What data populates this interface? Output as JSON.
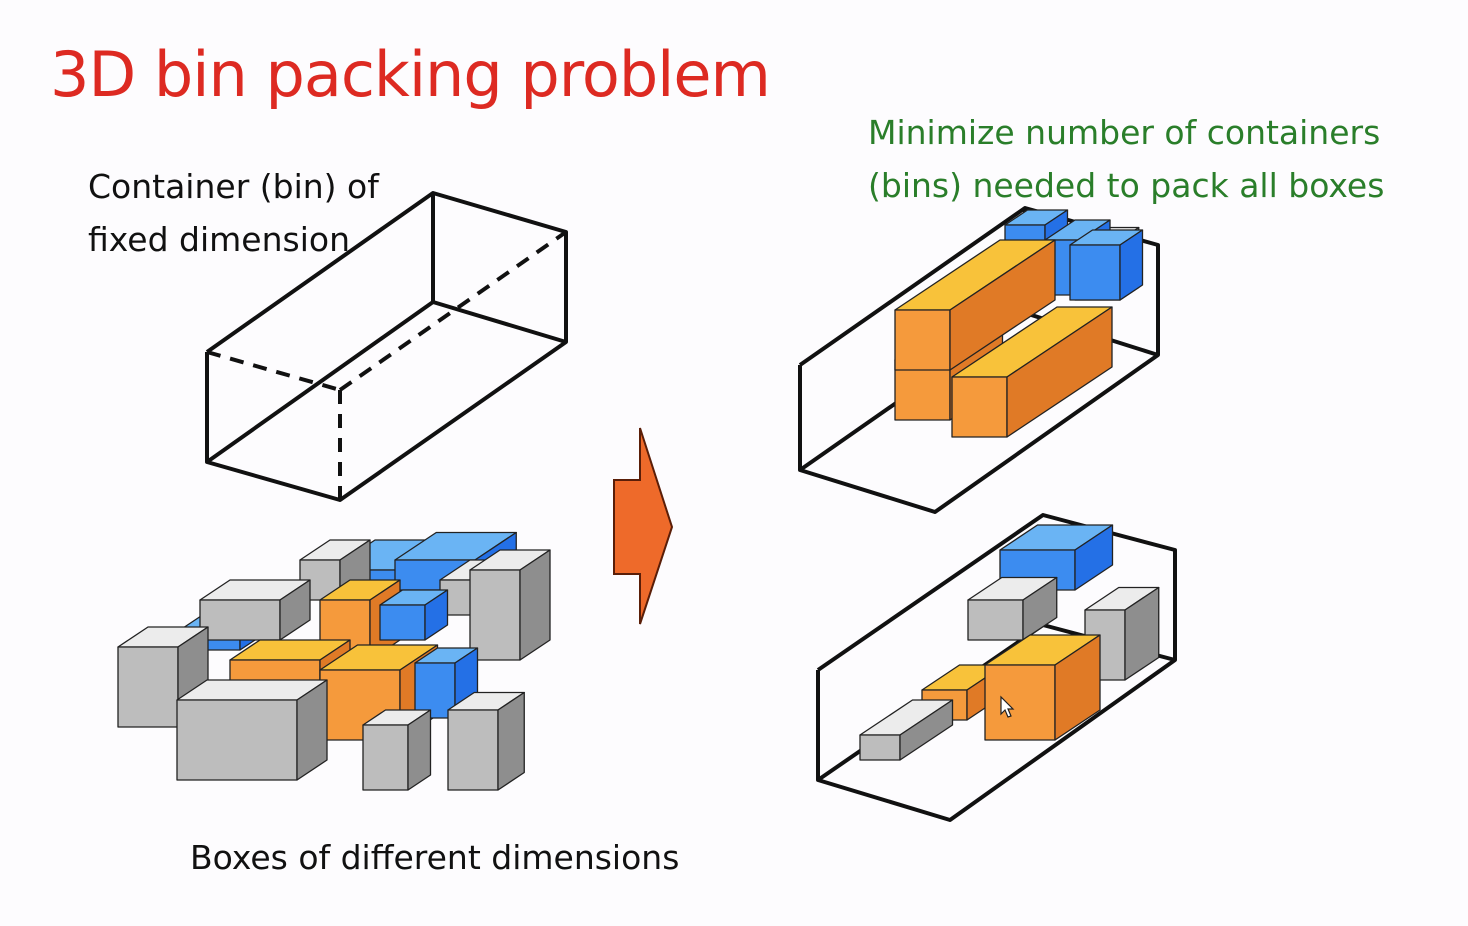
{
  "slide": {
    "title": "3D bin packing problem",
    "container_label": [
      "Container (bin) of",
      "fixed dimension"
    ],
    "goal_label": [
      "Minimize number of containers",
      "(bins) needed to pack all boxes"
    ],
    "boxes_label": "Boxes of different dimensions"
  },
  "colors": {
    "title": "#dd2a22",
    "goal": "#2a7e2a",
    "arrow": "#ee6a2a",
    "orange_top": "#f8c23a",
    "orange_front": "#f59a3c",
    "orange_side": "#e07a26",
    "blue_top": "#6ab4f4",
    "blue_front": "#3c8cf0",
    "blue_side": "#2470e6",
    "gray_top": "#ececec",
    "gray_front": "#bdbdbd",
    "gray_side": "#8e8e8e"
  }
}
